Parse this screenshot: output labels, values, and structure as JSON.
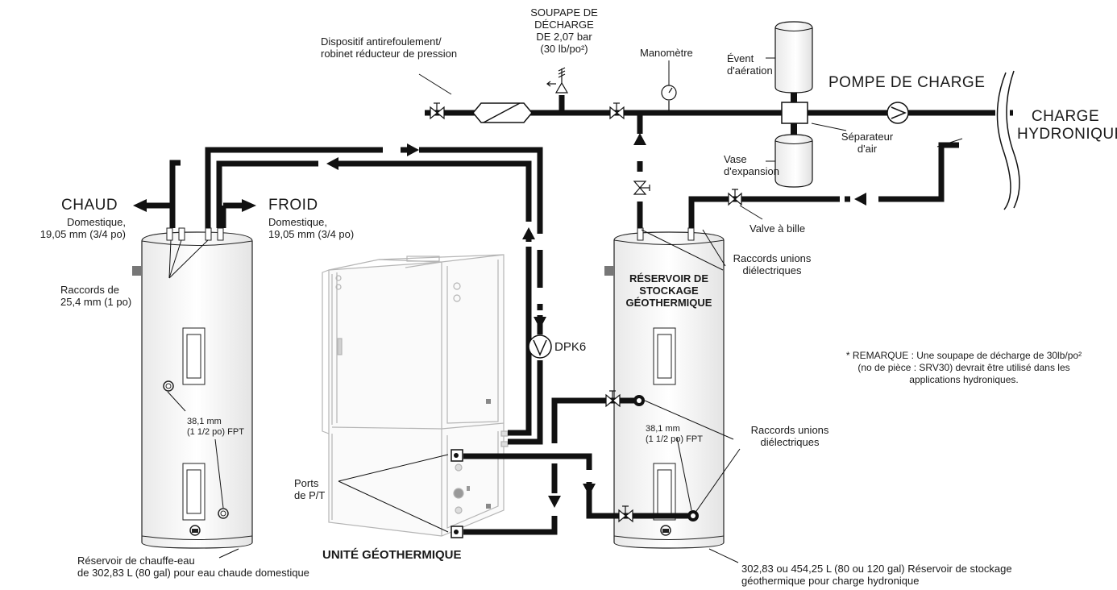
{
  "labels": {
    "relief_valve": "SOUPAPE DE\nDÉCHARGE\nDE 2,07 bar\n(30 lb/po²)",
    "backflow": "Dispositif antirefoulement/\nrobinet réducteur de pression",
    "manometer": "Manomètre",
    "air_vent": "Évent\nd'aération",
    "charge_pump": "POMPE DE CHARGE",
    "hydronic_load": "CHARGE\nHYDRONIQUE",
    "air_separator": "Séparateur\nd'air",
    "expansion_tank": "Vase\nd'expansion",
    "ball_valve": "Valve à bille",
    "hot": "CHAUD",
    "hot_sub": "Domestique,\n19,05 mm (3/4 po)",
    "cold": "FROID",
    "cold_sub": "Domestique,\n19,05 mm (3/4 po)",
    "fittings_25": "Raccords de\n25,4 mm (1 po)",
    "dielectric_top": "Raccords unions\ndiélectriques",
    "storage_tank_label": "RÉSERVOIR DE\nSTOCKAGE\nGÉOTHERMIQUE",
    "dpk6": "DPK6",
    "note": "* REMARQUE : Une soupape de décharge de 30lb/po²\n(no de pièce : SRV30) devrait être utilisé dans les\napplications hydroniques.",
    "fpt_left": "38,1 mm\n(1 1/2 po) FPT",
    "fpt_right": "38,1 mm\n(1 1/2 po) FPT",
    "dielectric_mid": "Raccords unions\ndiélectriques",
    "pt_ports": "Ports\nde P/T",
    "geo_unit": "UNITÉ GÉOTHERMIQUE",
    "dhw_tank": "Réservoir de chauffe-eau\nde 302,83 L (80 gal) pour eau chaude domestique",
    "storage_tank_caption": "302,83 ou 454,25 L (80 ou 120 gal) Réservoir de stockage\ngéothermique pour charge hydronique"
  }
}
